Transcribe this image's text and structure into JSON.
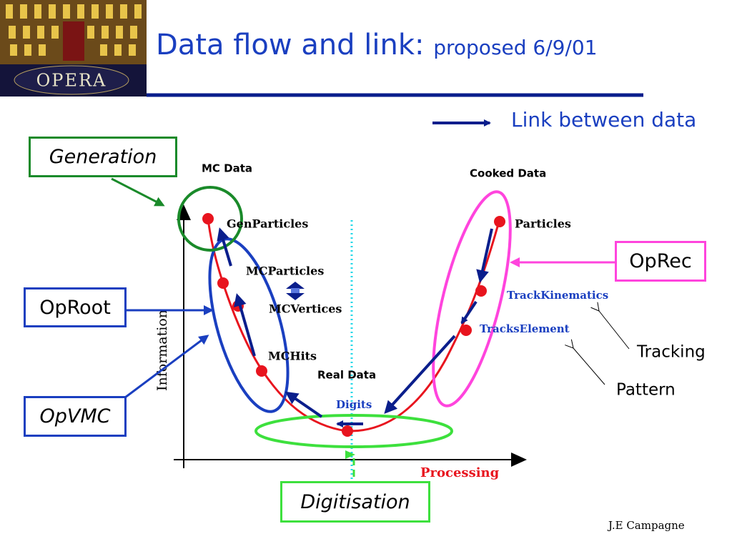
{
  "title": {
    "main": "Data flow and link:",
    "sub": "proposed 6/9/01"
  },
  "logo": {
    "text": "OPERA"
  },
  "legend": {
    "text": "Link between data"
  },
  "boxes": {
    "generation": "Generation",
    "oproot": "OpRoot",
    "opvmc": "OpVMC",
    "oprec": "OpRec",
    "digitisation": "Digitisation"
  },
  "section_labels": {
    "mc_data": "MC Data",
    "cooked_data": "Cooked Data",
    "real_data": "Real Data"
  },
  "nodes": {
    "genparticles": "GenParticles",
    "mcparticles": "MCParticles",
    "mcvertices": "MCVertices",
    "mchits": "MCHits",
    "digits": "Digits",
    "tracks_element": "TracksElement",
    "track_kinematics": "TrackKinematics",
    "particles": "Particles"
  },
  "annotations": {
    "tracking": "Tracking",
    "pattern": "Pattern"
  },
  "axes": {
    "y_label": "Information",
    "x_label": "Processing"
  },
  "author": "J.E Campagne",
  "colors": {
    "title_blue": "#1a3fc0",
    "curve_red": "#e8141e",
    "link_blue": "#0a1e8c",
    "box_green": "#1a8a2a",
    "box_blue": "#1a3fc0",
    "box_magenta": "#ff44dd",
    "box_lightgreen": "#3de03d",
    "dotted_cyan": "#22d8e8",
    "processing_red": "#e8141e"
  }
}
